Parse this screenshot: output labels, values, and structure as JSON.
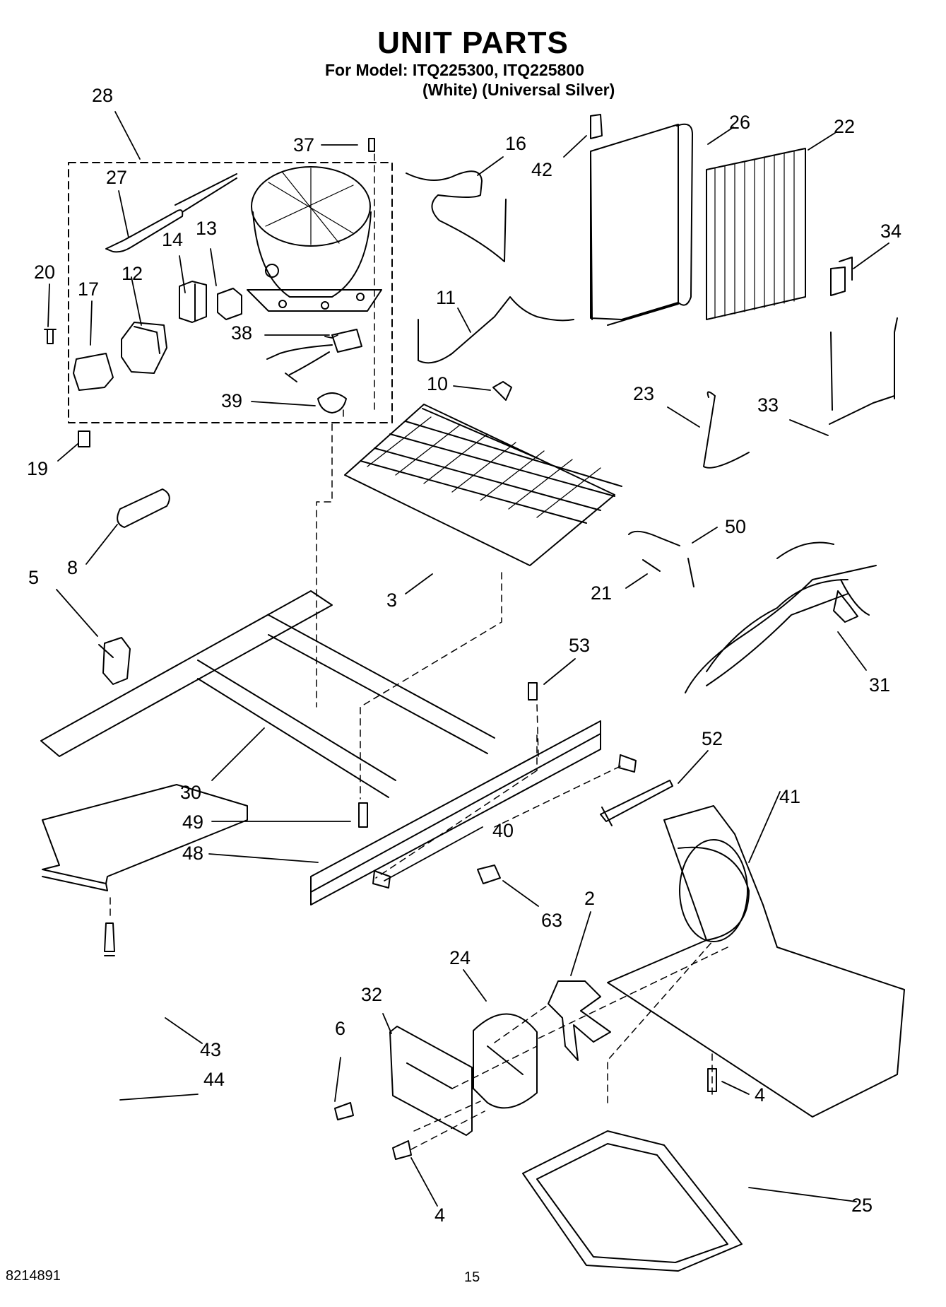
{
  "header": {
    "title": "UNIT PARTS",
    "model_line": "For Model: ITQ225300, ITQ225800",
    "variant_line": "(White) (Universal Silver)"
  },
  "footer": {
    "doc_number": "8214891",
    "page_number": "15"
  },
  "callouts": [
    "28",
    "37",
    "16",
    "42",
    "26",
    "22",
    "27",
    "13",
    "14",
    "12",
    "20",
    "17",
    "34",
    "11",
    "38",
    "10",
    "39",
    "23",
    "33",
    "19",
    "8",
    "50",
    "5",
    "21",
    "3",
    "31",
    "53",
    "52",
    "30",
    "41",
    "49",
    "40",
    "48",
    "63",
    "2",
    "24",
    "32",
    "6",
    "43",
    "44",
    "4",
    "4",
    "25"
  ]
}
